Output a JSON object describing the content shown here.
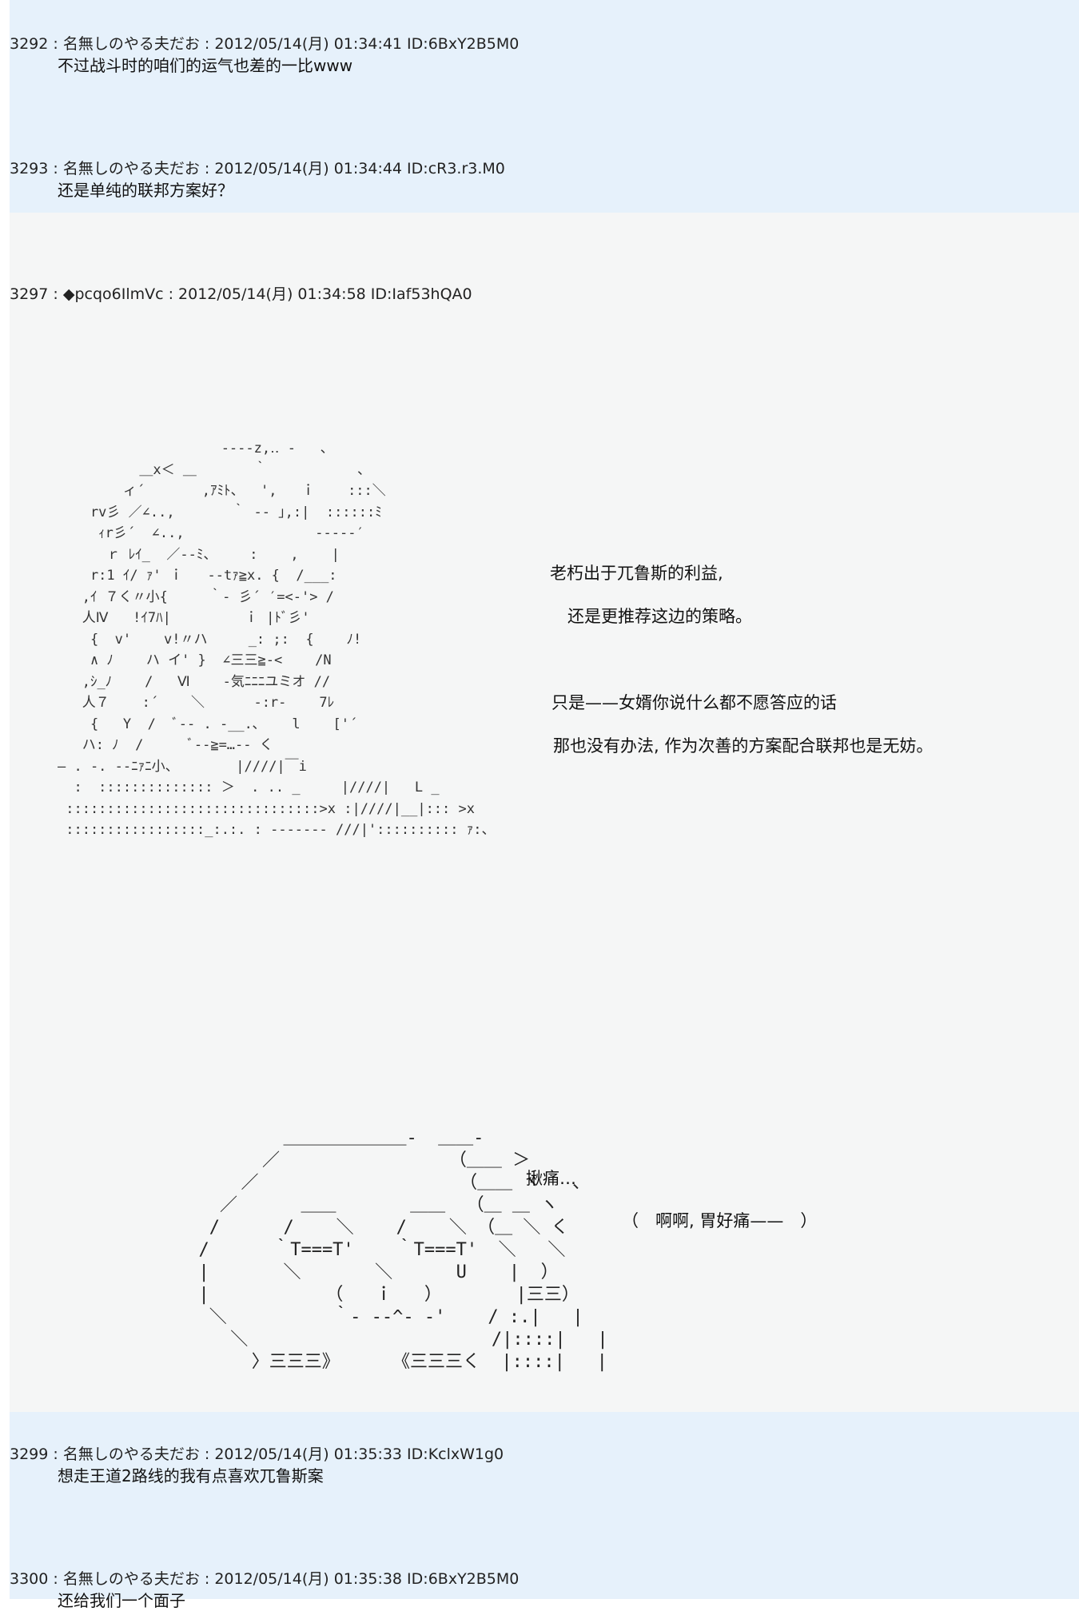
{
  "posts": [
    {
      "header": "3292 : 名無しのやる夫だお : 2012/05/14(月) 01:34:41 ID:6BxY2B5M0",
      "body": "不过战斗时的咱们的运气也差的一比www"
    },
    {
      "header": "3293 : 名無しのやる夫だお : 2012/05/14(月) 01:34:44 ID:cR3.r3.M0",
      "body": "还是单纯的联邦方案好？"
    },
    {
      "header": "3297 : ◆pcqo6IlmVc : 2012/05/14(月) 01:34:58 ID:Iaf53hQA0",
      "lines": [
        "老朽出于兀鲁斯的利益,",
        "还是更推荐这边的策略。",
        "只是——女婿你说什么都不愿答应的话",
        "那也没有办法, 作为次善的方案配合联邦也是无妨。",
        "揪痛…",
        "（　啊啊, 胃好痛——　）"
      ]
    },
    {
      "header": "3299 : 名無しのやる夫だお : 2012/05/14(月) 01:35:33 ID:KclxW1g0",
      "body": "想走王道2路线的我有点喜欢兀鲁斯案"
    },
    {
      "header": "3300 : 名無しのやる夫だお : 2012/05/14(月) 01:35:38 ID:6BxY2B5M0",
      "body": "还给我们一个面子"
    }
  ],
  "ascii_art": {
    "figure_1": "                    ‐‐‐‐z,‥ -   、\n          ＿x＜ ＿       ｀           、\n        ィ´       ,ｱﾐﾄ、  ',   ｉ    :::＼\n    rv彡 ／∠..,       ｀ ‐‐ ｣,:|  ::::::ﾐ\n     ｨr彡´  ∠..,                ‐‐‐‐‐′\n      ｒ ﾚｲ_  ／‐‐ﾐ、    :    ,    |\n    r:1 ｲ/ ｧ' ｉ   ‐‐tｧ≧x. {  /___:\n   ,ｲ ７く〃小{     ｀‐ 彡´ ′=<‐'> /\n   人Ⅳ   !ｲ7ﾊ|         ｉ |ﾄﾞ彡'\n    {  v'    v!〃ハ     _: ;:  {    ﾉ!\n    ∧ ﾉ    ハ イ' }  ∠三三≧‐<    /N\n   ,ｼ_ﾉ    /   Ⅵ    ‐気ﾆﾆﾆユミオ //\n   人７    :´    ＼      ‐:r‐    7ﾚ\n    {   Y  /  ﾞ‐- . -__.､    l    ['´\n   ハ: ﾉ  /      ﾞ‐‐≧=…‐‐ く\n— . ‐. ‐‐ﾆｧﾆ小、       |////|￣i\n  :  :::::::::::::: ＞  . .. _     |////|   L _\n :::::::::::::::::::::::::::::::>x :|////|__|::: >x\n :::::::::::::::::_:.:. : ‐‐‐‐‐‐‐ ///|':::::::::: ｧ:、",
    "figure_2": "          ＿＿＿＿＿＿＿‐  ＿＿‐\n        ／                （＿＿ ＞\n      ／                   （＿＿ ヽ   、\n    ／      ＿＿       ＿＿  （＿ ＿ ヽ\n   /      /    ＼    /    ＼ （＿ ＼ く\n  /      ｀T===T'    ｀T===T'  ＼   ＼\n  |       ＼       ＼      U    |  ）\n  |           （   ｉ   ）       |三三）\n   ＼          ｀‐ ‐‐^‐ ‐'    / :.|   |\n     ＼                       /|::::|   |\n       〉三三三》     《三三三く  |::::|   |"
  }
}
